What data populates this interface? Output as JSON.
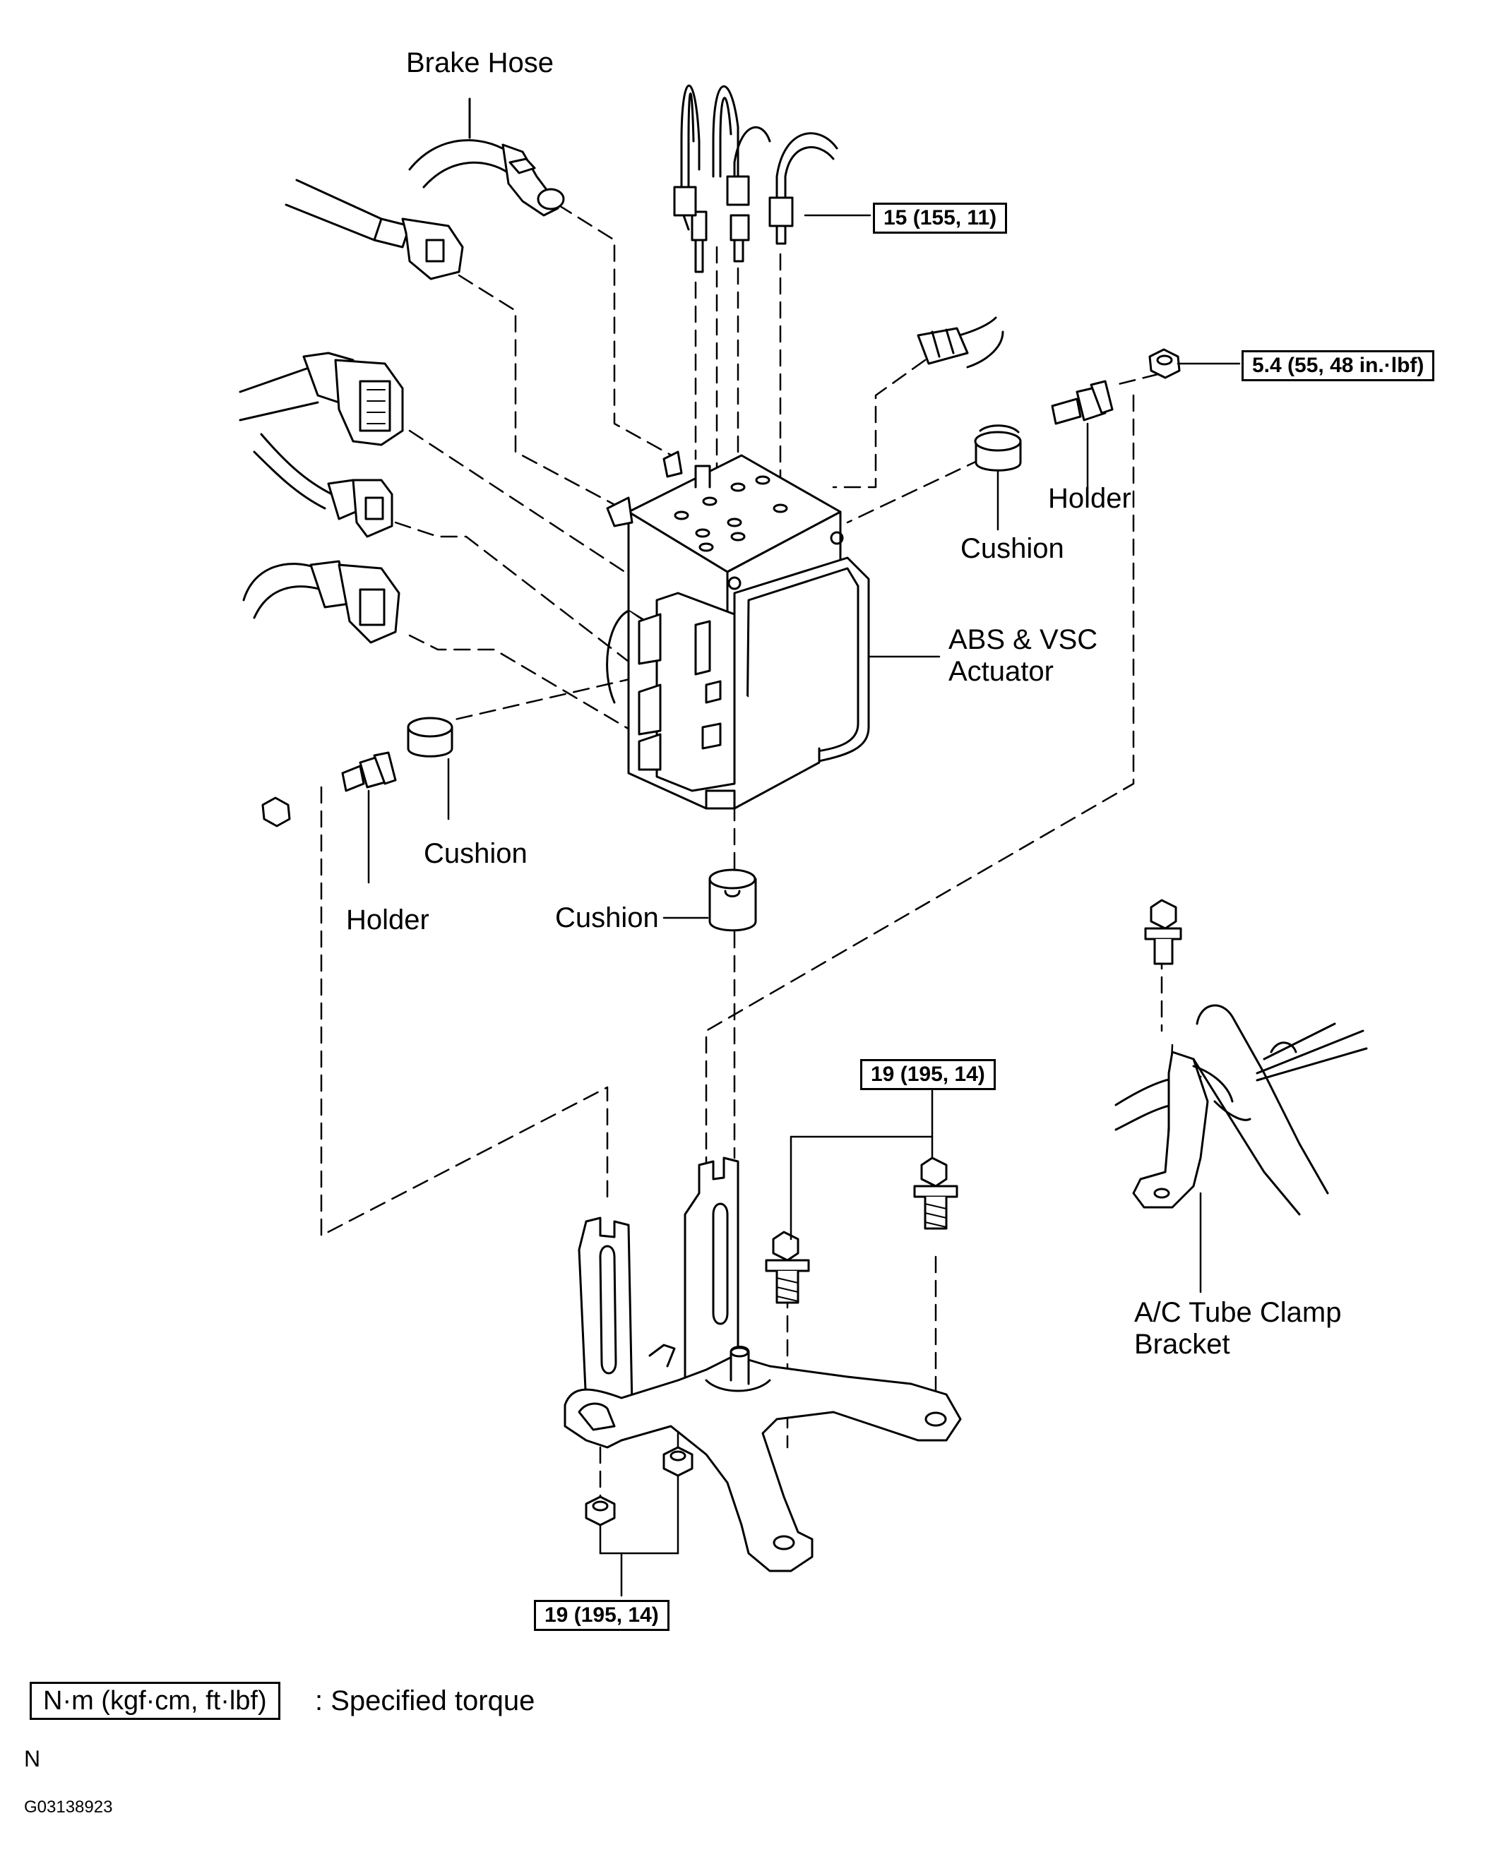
{
  "labels": {
    "brake_hose": "Brake Hose",
    "cushion_right": "Cushion",
    "holder_right": "Holder",
    "actuator_line1": "ABS & VSC",
    "actuator_line2": "Actuator",
    "cushion_left": "Cushion",
    "holder_left": "Holder",
    "cushion_bottom": "Cushion",
    "ac_bracket_line1": "A/C Tube Clamp",
    "ac_bracket_line2": "Bracket"
  },
  "torque": {
    "brake_lines": "15 (155, 11)",
    "holder_nut": "5.4 (55, 48 in.·lbf)",
    "bracket_bolts": "19 (195, 14)",
    "bracket_nuts": "19 (195, 14)"
  },
  "legend": {
    "unit_box": "N·m (kgf·cm, ft·lbf)",
    "description": ": Specified torque"
  },
  "footer": {
    "letter": "N",
    "code": "G03138923"
  }
}
